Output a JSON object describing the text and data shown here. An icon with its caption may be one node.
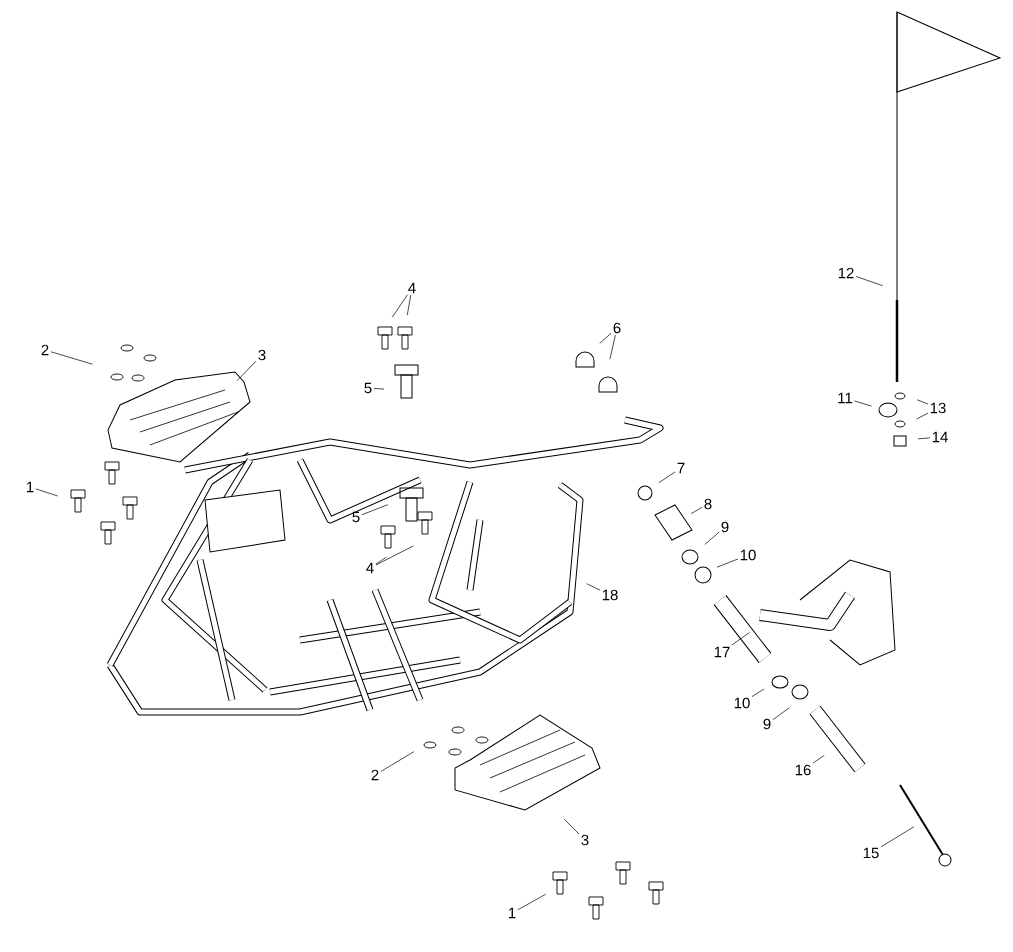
{
  "diagram": {
    "nodes": [
      {
        "text": [
          "12"
        ]
      },
      {
        "text": [
          "4"
        ]
      },
      {
        "text": [
          "6"
        ]
      },
      {
        "text": [
          "2"
        ]
      },
      {
        "text": [
          "3"
        ]
      },
      {
        "text": [
          "5"
        ]
      },
      {
        "text": [
          "11"
        ]
      },
      {
        "text": [
          "13"
        ]
      },
      {
        "text": [
          "14"
        ]
      },
      {
        "text": [
          "7"
        ]
      },
      {
        "text": [
          "1"
        ]
      },
      {
        "text": [
          "5"
        ]
      },
      {
        "text": [
          "8"
        ]
      },
      {
        "text": [
          "9"
        ]
      },
      {
        "text": [
          "10"
        ]
      },
      {
        "text": [
          "4"
        ]
      },
      {
        "text": [
          "18"
        ]
      },
      {
        "text": [
          "17"
        ]
      },
      {
        "text": [
          "10"
        ]
      },
      {
        "text": [
          "9"
        ]
      },
      {
        "text": [
          "16"
        ]
      },
      {
        "text": [
          "2"
        ]
      },
      {
        "text": [
          "3"
        ]
      },
      {
        "text": [
          "15"
        ]
      },
      {
        "text": [
          "1"
        ]
      }
    ],
    "edges": [
      {
        "from": 0,
        "to": null,
        "arrow": "none"
      },
      {
        "from": 1,
        "to": null,
        "arrow": "none"
      },
      {
        "from": 1,
        "to": null,
        "arrow": "none"
      },
      {
        "from": 2,
        "to": null,
        "arrow": "none"
      },
      {
        "from": 2,
        "to": null,
        "arrow": "none"
      },
      {
        "from": 3,
        "to": null,
        "arrow": "none"
      },
      {
        "from": 4,
        "to": null,
        "arrow": "none"
      },
      {
        "from": 5,
        "to": null,
        "arrow": "none"
      },
      {
        "from": 6,
        "to": null,
        "arrow": "none"
      },
      {
        "from": 7,
        "to": null,
        "arrow": "none"
      },
      {
        "from": 7,
        "to": null,
        "arrow": "none"
      },
      {
        "from": 8,
        "to": null,
        "arrow": "none"
      },
      {
        "from": 9,
        "to": null,
        "arrow": "none"
      },
      {
        "from": 10,
        "to": null,
        "arrow": "none"
      },
      {
        "from": 11,
        "to": null,
        "arrow": "none"
      },
      {
        "from": 12,
        "to": null,
        "arrow": "none"
      },
      {
        "from": 13,
        "to": null,
        "arrow": "none"
      },
      {
        "from": 14,
        "to": null,
        "arrow": "none"
      },
      {
        "from": 15,
        "to": null,
        "arrow": "none"
      },
      {
        "from": 15,
        "to": null,
        "arrow": "none"
      },
      {
        "from": 16,
        "to": null,
        "arrow": "none"
      },
      {
        "from": 17,
        "to": null,
        "arrow": "none"
      },
      {
        "from": 18,
        "to": null,
        "arrow": "none"
      },
      {
        "from": 19,
        "to": null,
        "arrow": "none"
      },
      {
        "from": 20,
        "to": null,
        "arrow": "none"
      },
      {
        "from": 21,
        "to": null,
        "arrow": "none"
      },
      {
        "from": 22,
        "to": null,
        "arrow": "none"
      },
      {
        "from": 23,
        "to": null,
        "arrow": "none"
      },
      {
        "from": 24,
        "to": null,
        "arrow": "none"
      }
    ]
  }
}
